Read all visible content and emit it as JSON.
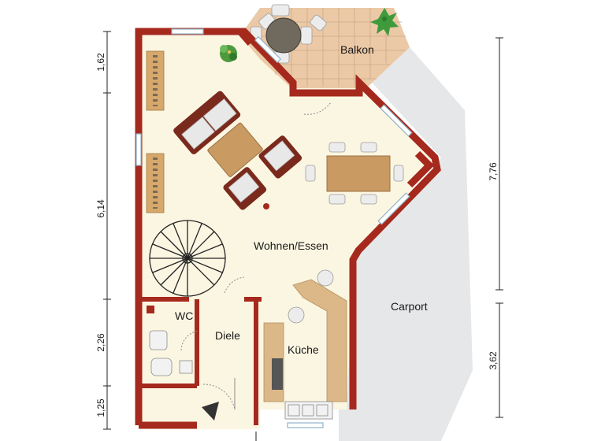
{
  "rooms": {
    "balcony": "Balkon",
    "living_dining": "Wohnen/Essen",
    "wc": "WC",
    "hall": "Diele",
    "kitchen": "Küche",
    "carport": "Carport"
  },
  "dimensions": {
    "left": [
      "1,62",
      "6,14",
      "2,26",
      "1,25"
    ],
    "right": [
      "7,76",
      "3,62"
    ]
  },
  "colors": {
    "wall": "#a5291c",
    "floor": "#fbf6e2",
    "carport": "#e6e7e8",
    "balcony_tile": "#ecc9a6"
  }
}
